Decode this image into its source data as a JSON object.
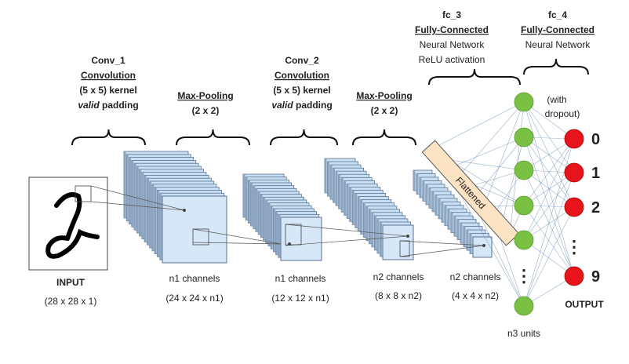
{
  "layers": {
    "conv1": {
      "name": "Conv_1",
      "type": "Convolution",
      "kernel": "(5 x 5) kernel",
      "padding_em": "valid",
      "padding_rest": " padding"
    },
    "pool1": {
      "type": "Max-Pooling",
      "size": "(2 x 2)"
    },
    "conv2": {
      "name": "Conv_2",
      "type": "Convolution",
      "kernel": "(5 x 5) kernel",
      "padding_em": "valid",
      "padding_rest": " padding"
    },
    "pool2": {
      "type": "Max-Pooling",
      "size": "(2 x 2)"
    },
    "fc3": {
      "name": "fc_3",
      "type": "Fully-Connected",
      "desc1": "Neural Network",
      "desc2": "ReLU activation"
    },
    "fc4": {
      "name": "fc_4",
      "type": "Fully-Connected",
      "desc1": "Neural Network",
      "note1": "(with",
      "note2": "dropout)"
    }
  },
  "input": {
    "label": "INPUT",
    "dims": "(28 x 28 x 1)"
  },
  "feature_maps": [
    {
      "label": "n1 channels",
      "dims": "(24 x 24 x n1)"
    },
    {
      "label": "n1 channels",
      "dims": "(12 x 12 x n1)"
    },
    {
      "label": "n2 channels",
      "dims": "(8 x 8 x n2)"
    },
    {
      "label": "n2 channels",
      "dims": "(4 x 4 x n2)"
    }
  ],
  "flattened": "Flattened",
  "hidden": {
    "label": "n3 units",
    "color": "#7ac143"
  },
  "output": {
    "label": "OUTPUT",
    "color": "#e8141b",
    "classes": [
      "0",
      "1",
      "2",
      "9"
    ],
    "ellipsis": "⋮"
  },
  "colors": {
    "slice_fill": "#c9dff4",
    "slice_edge": "#5a7290",
    "flatten_fill": "#fbe3c4"
  }
}
